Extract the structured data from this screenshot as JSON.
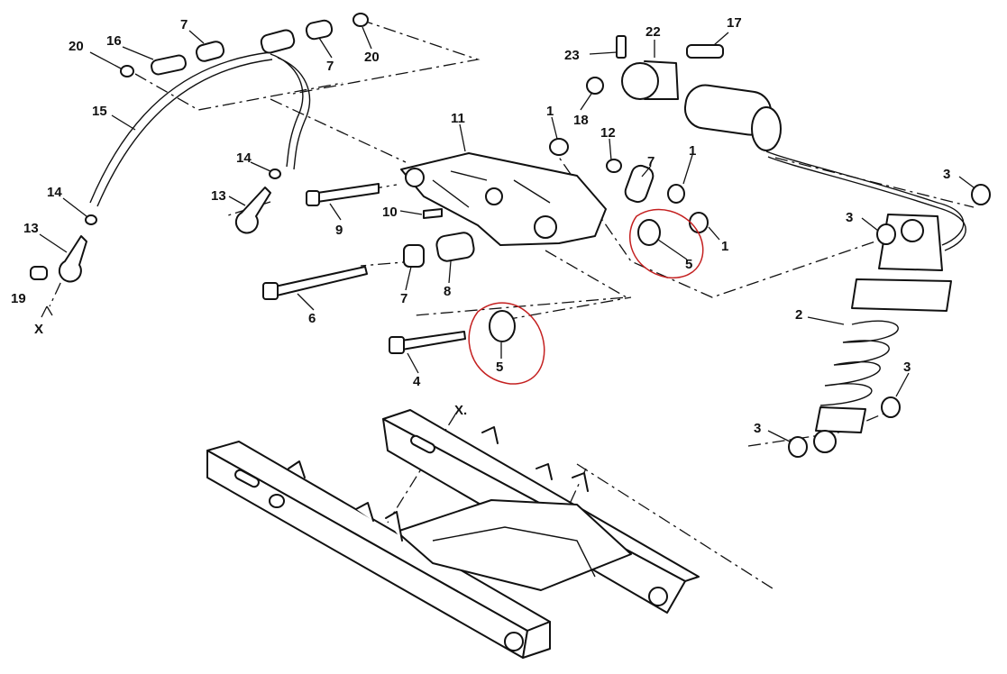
{
  "callouts": {
    "c20a": "20",
    "c16": "16",
    "c7a": "7",
    "c7b": "7",
    "c20b": "20",
    "c23": "23",
    "c22": "22",
    "c17": "17",
    "c18": "18",
    "c15": "15",
    "c11": "11",
    "c1a": "1",
    "c12": "12",
    "c14a": "14",
    "c14b": "14",
    "c13a": "13",
    "c13b": "13",
    "c9": "9",
    "c10": "10",
    "c7c": "7",
    "c1b": "1",
    "c1c": "1",
    "c5a": "5",
    "c3a": "3",
    "c3b": "3",
    "c19": "19",
    "cXa": "X",
    "c6": "6",
    "c7d": "7",
    "c8": "8",
    "c2": "2",
    "c4": "4",
    "c5b": "5",
    "c3c": "3",
    "c3d": "3",
    "cXb": "X."
  },
  "colors": {
    "line": "#111111",
    "highlight_circle": "#c42020",
    "background": "#ffffff"
  }
}
